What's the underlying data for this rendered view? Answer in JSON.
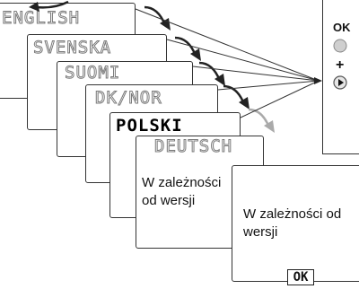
{
  "languages": [
    {
      "label": "ENGLISH",
      "active": false
    },
    {
      "label": "SVENSKA",
      "active": false
    },
    {
      "label": "SUOMI",
      "active": false
    },
    {
      "label": "DK/NOR",
      "active": false
    },
    {
      "label": "POLSKI",
      "active": true
    },
    {
      "label": "DEUTSCH",
      "active": false
    }
  ],
  "version_note": "W zależności od wersji",
  "remote": {
    "ok_label": "OK",
    "plus_label": "+"
  },
  "confirm_button": "OK",
  "colors": {
    "outline": "#333333",
    "grey_text": "#7a7a7a",
    "active_text": "#000000",
    "next_arrow_grey": "#aaaaaa"
  }
}
